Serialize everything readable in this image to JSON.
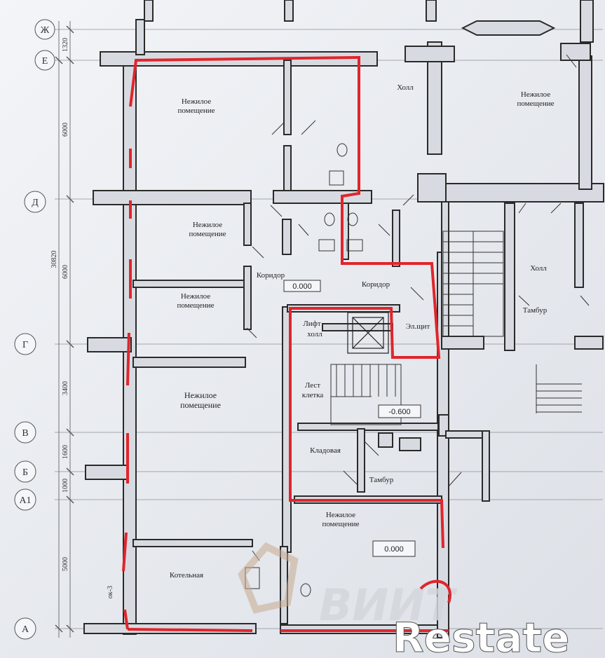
{
  "axes": {
    "zh": "Ж",
    "e": "Е",
    "d": "Д",
    "g": "Г",
    "v": "В",
    "b": "Б",
    "a1": "А1",
    "a": "А"
  },
  "dimensions": {
    "total": "30820",
    "d1320": "1320",
    "d6000a": "6000",
    "d6000b": "6000",
    "d3400": "3400",
    "d1600": "1600",
    "d1000": "1000",
    "d5000": "5000",
    "window": "ок-3"
  },
  "rooms": {
    "r1": [
      "Нежилое",
      "помещение"
    ],
    "r2": [
      "Нежилое",
      "помещение"
    ],
    "r3": [
      "Нежилое",
      "помещение"
    ],
    "r4": [
      "Нежилое",
      "помещение"
    ],
    "r5": [
      "Нежилое",
      "помещение"
    ],
    "r6": [
      "Нежилое",
      "помещение"
    ],
    "hall_top": "Холл",
    "hall_right": "Холл",
    "corridor1": "Коридор",
    "corridor2": "Коридор",
    "lift_hall": [
      "Лифт",
      "холл"
    ],
    "el_panel": "Эл.щит",
    "stairwell": [
      "Лест",
      "клетка"
    ],
    "storage": "Кладовая",
    "vestibule": "Тамбур",
    "vestibule_right": "Тамбур",
    "boiler": "Котельная"
  },
  "levels": {
    "l1": "0.000",
    "l2": "-0.600",
    "l3": "0.000"
  },
  "watermark": {
    "brand1": "ВИИТ",
    "brand2": "Restate"
  },
  "colors": {
    "highlight": "#e0252c",
    "wall": "#2a2a2a"
  }
}
